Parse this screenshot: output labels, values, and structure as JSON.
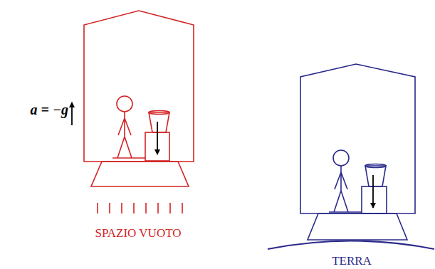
{
  "diagram": {
    "labels": [
      "a = −g",
      "SPAZIO VUOTO",
      "TERRA"
    ]
  }
}
